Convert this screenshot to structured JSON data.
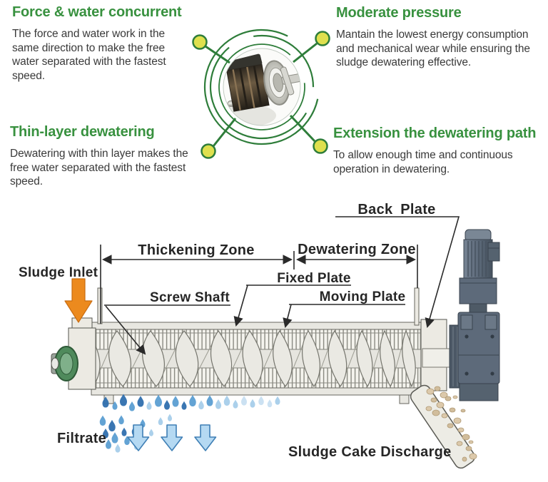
{
  "features": {
    "top_left": {
      "title": "Force & water concurrent",
      "body": "The force and water work in the same direction to make the free water separated with the fastest speed."
    },
    "top_right": {
      "title": "Moderate pressure",
      "body": "Mantain the lowest energy consumption and mechanical wear while ensuring the sludge dewatering effective."
    },
    "mid_left": {
      "title": "Thin-layer dewatering",
      "body": "Dewatering with thin layer makes the free water separated with the fastest speed."
    },
    "mid_right": {
      "title": "Extension the dewatering path",
      "body": "To allow enough time and continuous operation in dewatering."
    }
  },
  "diagram": {
    "back_plate_label": "Back Plate",
    "thickening_zone_label": "Thickening Zone",
    "dewatering_zone_label": "Dewatering Zone",
    "sludge_inlet_label": "Sludge Inlet",
    "fixed_plate_label": "Fixed Plate",
    "screw_shaft_label": "Screw Shaft",
    "moving_plate_label": "Moving Plate",
    "filtrate_label": "Filtrate",
    "sludge_cake_discharge_label": "Sludge Cake Discharge"
  },
  "colors": {
    "heading_green": "#38913f",
    "ring_green": "#2e7d3a",
    "callout_dot_yellow": "#dfe04e",
    "label_text": "#262626",
    "inlet_arrow_orange": "#ec8a1e",
    "inlet_arrow_outline": "#c96d12",
    "filtrate_arrow_blue": "#b5d9f2",
    "filtrate_arrow_outline": "#3f7fb5",
    "droplet_blue": "#2f6fae",
    "machine_gray": "#eceae3",
    "motor_gray": "#5d6a7a",
    "hub_green": "#4f8a5c",
    "cake_tan": "#dcc9ab"
  }
}
